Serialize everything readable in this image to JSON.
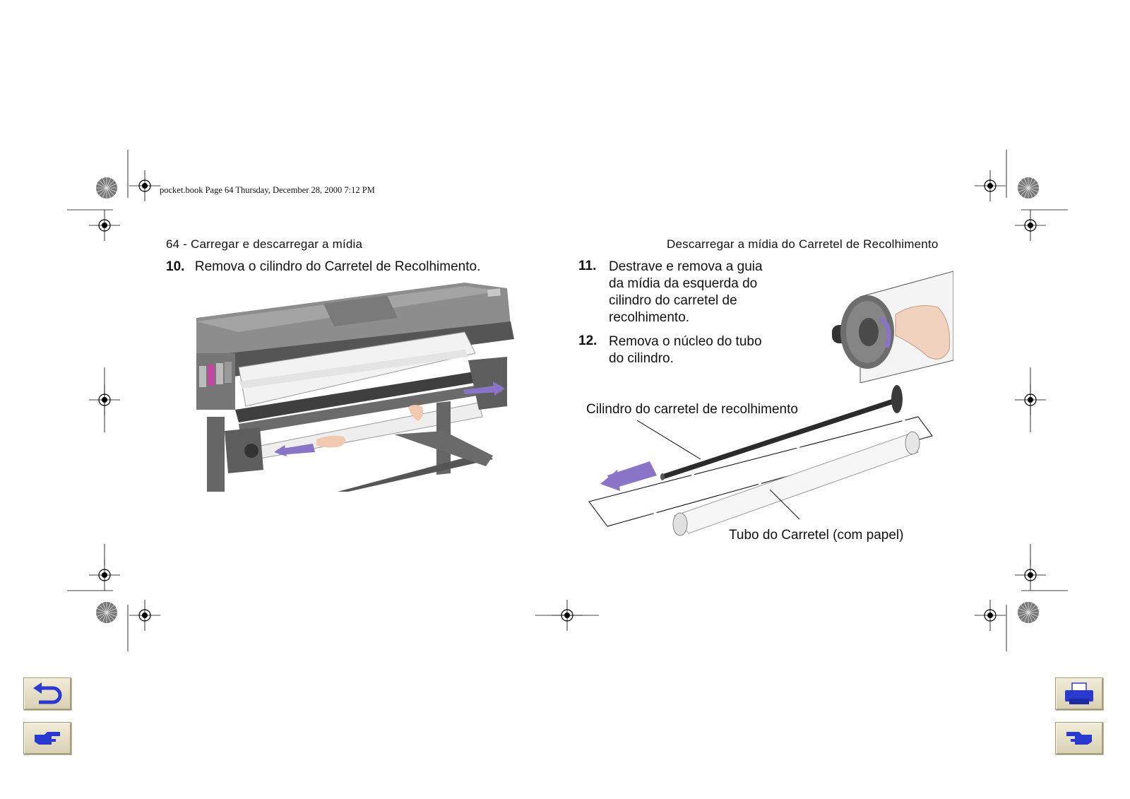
{
  "print_info": "pocket.book  Page 64  Thursday, December 28, 2000  7:12 PM",
  "header": {
    "left": "64 - Carregar e descarregar a mídia",
    "right": "Descarregar a mídia do Carretel de Recolhimento"
  },
  "steps": [
    {
      "number": "10.",
      "text": "Remova o cilindro do Carretel de Recolhimento."
    },
    {
      "number": "11.",
      "lines": [
        "Destrave e remova a guia",
        "da mídia da esquerda do",
        "cilindro do carretel de",
        "recolhimento."
      ]
    },
    {
      "number": "12.",
      "lines": [
        "Remova o núcleo do tubo",
        "do cilindro."
      ]
    }
  ],
  "figure_labels": {
    "spindle": "Cilindro do carretel de recolhimento",
    "tube": "Tubo do Carretel (com papel)"
  },
  "nav_buttons": [
    {
      "name": "back",
      "icon": "return-arrow-icon"
    },
    {
      "name": "next-page",
      "icon": "pointing-hand-right-icon"
    },
    {
      "name": "print",
      "icon": "printer-icon"
    },
    {
      "name": "previous-page",
      "icon": "pointing-hand-left-icon"
    }
  ],
  "colors": {
    "accent_arrow": "#8a74c7",
    "button_icon": "#2a3ad0",
    "button_face": "#e6dfc4"
  }
}
